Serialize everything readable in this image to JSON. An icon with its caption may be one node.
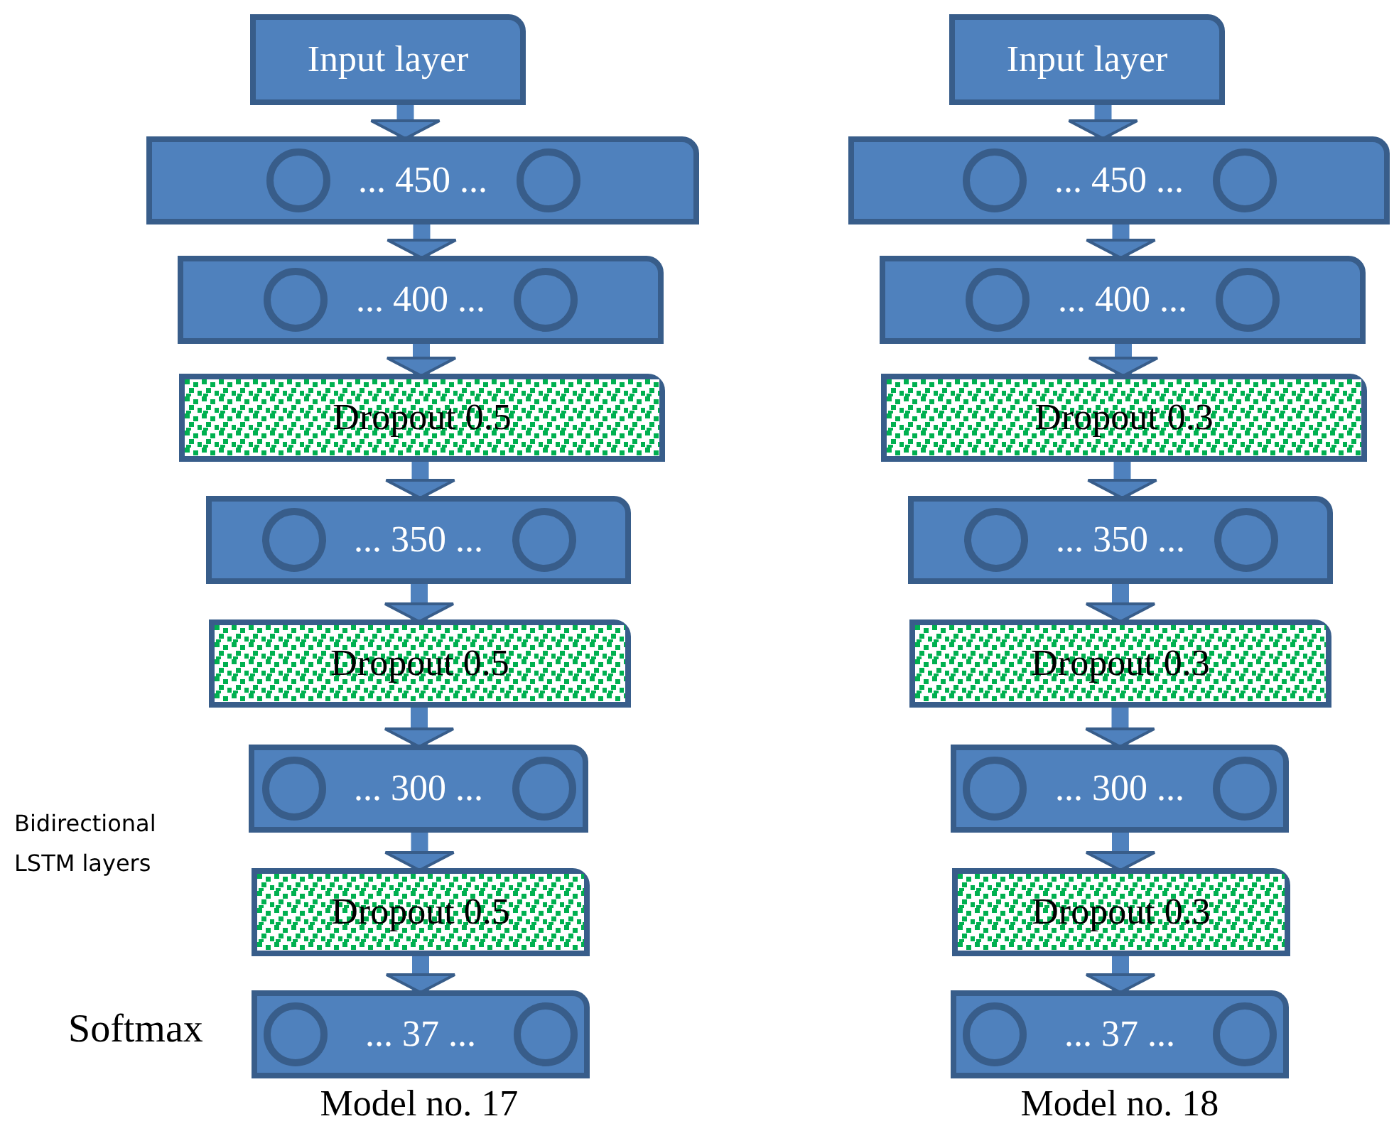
{
  "diagram": {
    "nodes": [
      {
        "text": [
          "Input layer"
        ]
      },
      {
        "text": [
          "... 450 ..."
        ]
      },
      {
        "text": [
          "... 400 ..."
        ]
      },
      {
        "text": [
          "Dropout 0.5"
        ]
      },
      {
        "text": [
          "... 350 ..."
        ]
      },
      {
        "text": [
          "Dropout 0.5"
        ]
      },
      {
        "text": [
          "... 300 ..."
        ]
      },
      {
        "text": [
          "Dropout 0.5"
        ]
      },
      {
        "text": [
          "... 37 ..."
        ],
        "beside": [
          "Softmax",
          "Model no. 17"
        ]
      },
      {
        "text": [
          "Input layer"
        ]
      },
      {
        "text": [
          "... 450 ..."
        ]
      },
      {
        "text": [
          "... 400 ..."
        ]
      },
      {
        "text": [
          "Dropout 0.3"
        ]
      },
      {
        "text": [
          "... 350 ..."
        ]
      },
      {
        "text": [
          "Dropout 0.3"
        ]
      },
      {
        "text": [
          "... 300 ..."
        ]
      },
      {
        "text": [
          "Dropout 0.3"
        ]
      },
      {
        "text": [
          "... 37 ..."
        ],
        "beside": [
          "Model no. 18"
        ]
      }
    ],
    "edges": [
      {
        "from": 0,
        "to": 1,
        "arrow": "to"
      },
      {
        "from": 1,
        "to": 2,
        "arrow": "to"
      },
      {
        "from": 2,
        "to": 3,
        "arrow": "to"
      },
      {
        "from": 3,
        "to": 4,
        "arrow": "to"
      },
      {
        "from": 4,
        "to": 5,
        "arrow": "to"
      },
      {
        "from": 5,
        "to": 6,
        "arrow": "to"
      },
      {
        "from": 6,
        "to": 7,
        "arrow": "to"
      },
      {
        "from": 7,
        "to": 8,
        "arrow": "to"
      },
      {
        "from": 9,
        "to": 10,
        "arrow": "to"
      },
      {
        "from": 10,
        "to": 11,
        "arrow": "to"
      },
      {
        "from": 11,
        "to": 12,
        "arrow": "to"
      },
      {
        "from": 12,
        "to": 13,
        "arrow": "to"
      },
      {
        "from": 13,
        "to": 14,
        "arrow": "to"
      },
      {
        "from": 14,
        "to": 15,
        "arrow": "to"
      },
      {
        "from": 15,
        "to": 16,
        "arrow": "to"
      },
      {
        "from": 16,
        "to": 17,
        "arrow": "to"
      }
    ],
    "labels": [
      "Bidirectional LSTM layers"
    ]
  }
}
